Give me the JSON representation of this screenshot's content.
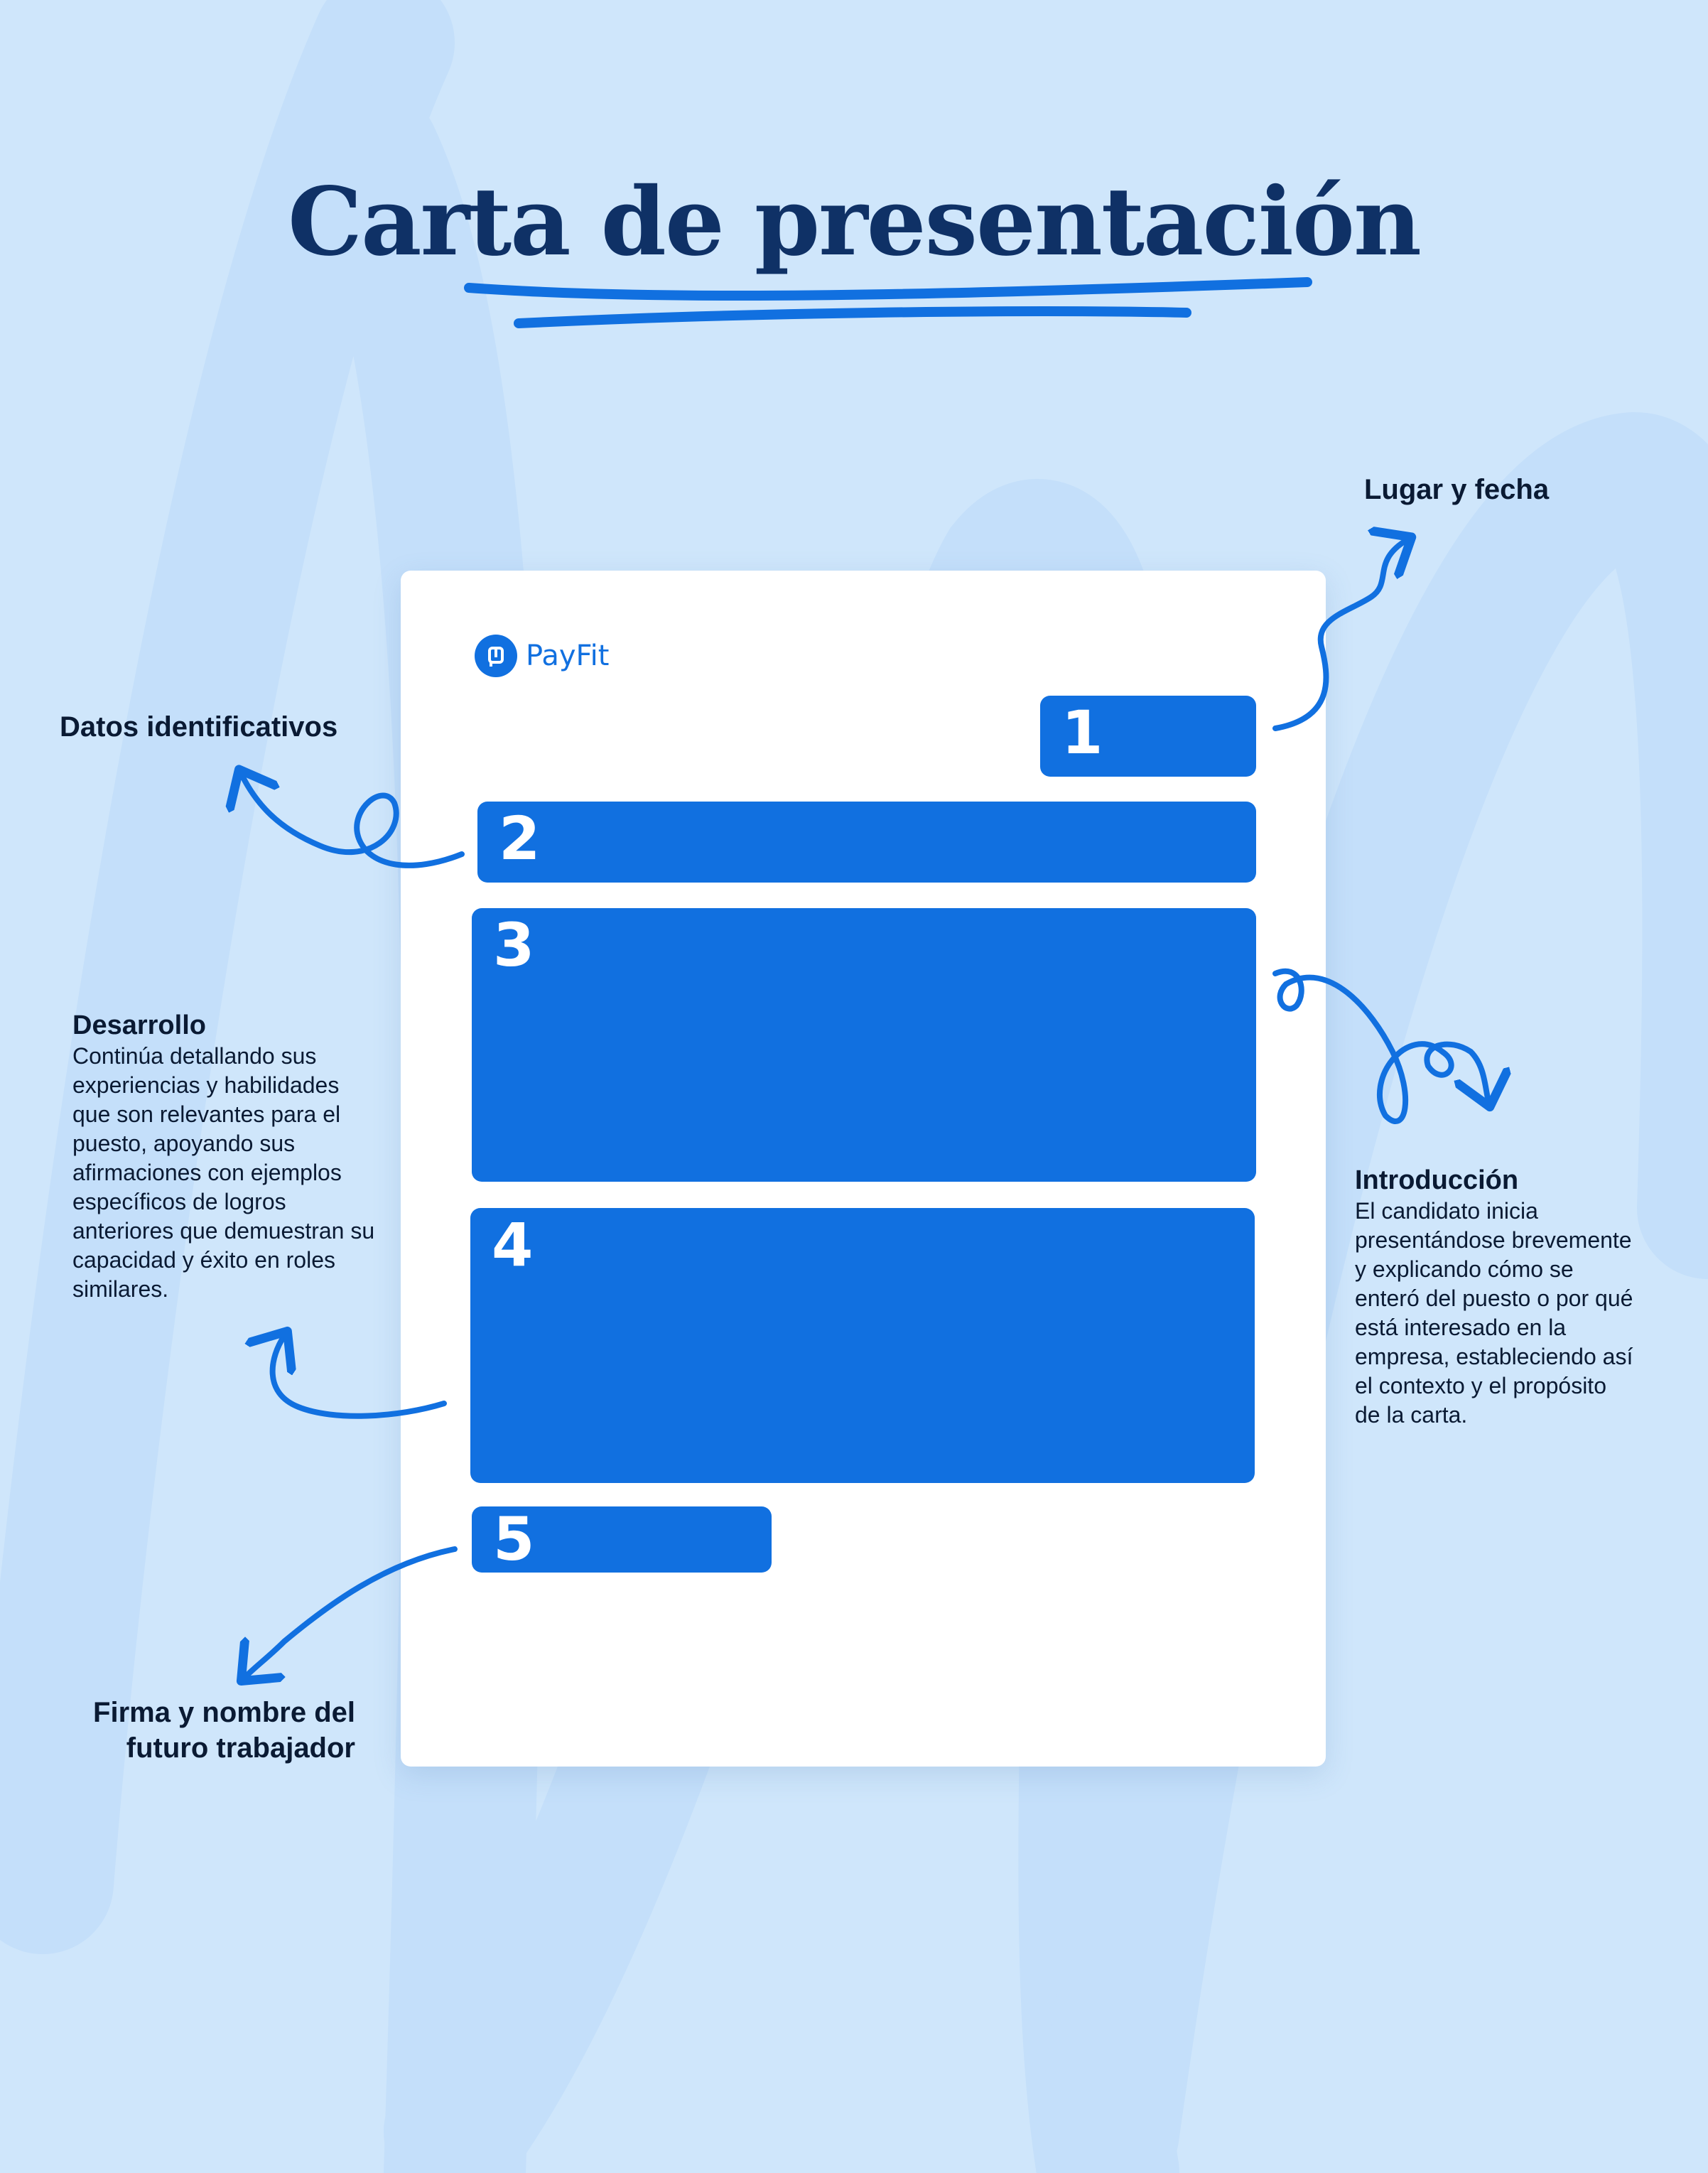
{
  "title": "Carta de presentación",
  "brand": {
    "name": "PayFit",
    "logo_icon": "payfit-logo-icon",
    "accent_color": "#1170e0",
    "title_color": "#0f3166",
    "background_color": "#cfe6fb"
  },
  "blocks": [
    {
      "number": "1"
    },
    {
      "number": "2"
    },
    {
      "number": "3"
    },
    {
      "number": "4"
    },
    {
      "number": "5"
    }
  ],
  "annotations": {
    "lugar_fecha": "Lugar y fecha",
    "datos": "Datos identificativos",
    "desarrollo": {
      "title": "Desarrollo",
      "lines": [
        "Continúa detallando sus",
        "experiencias y habilidades",
        "que son relevantes para el",
        "puesto, apoyando sus",
        "afirmaciones con ejemplos",
        "específicos de logros",
        "anteriores que demuestran su",
        "capacidad y éxito en roles",
        "similares."
      ]
    },
    "introduccion": {
      "title": "Introducción",
      "lines": [
        "El candidato inicia",
        "presentándose brevemente",
        "y explicando cómo se",
        "enteró del puesto o por qué",
        "está interesado en la",
        "empresa, estableciendo así",
        "el contexto y el propósito",
        "de la carta."
      ]
    },
    "firma": {
      "lines": [
        "Firma y nombre del",
        "futuro trabajador"
      ]
    }
  }
}
